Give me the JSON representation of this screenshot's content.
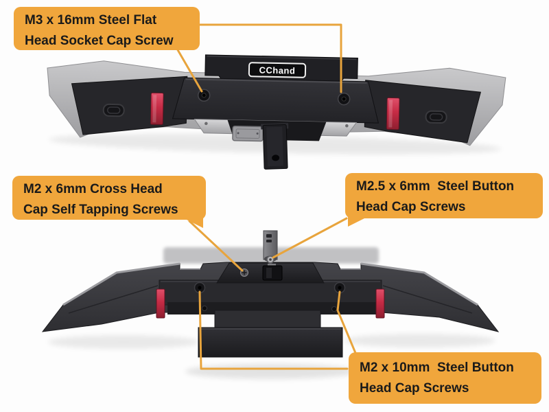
{
  "brand": {
    "logo_text": "CChand"
  },
  "callouts": {
    "flat_head": {
      "line1": "M3 x 16mm Steel Flat",
      "line2": "Head Socket Cap Screw"
    },
    "cross_head": {
      "line1": "M2 x 6mm Cross Head",
      "line2": "Cap Self Tapping Screws"
    },
    "button_m25": {
      "line1": "M2.5 x 6mm  Steel Button",
      "line2": "Head Cap Screws"
    },
    "button_m2": {
      "line1": "M2 x 10mm  Steel Button",
      "line2": "Head Cap Screws"
    }
  },
  "colors": {
    "label_background": "#F0A63C",
    "label_text": "#1A1A1A",
    "connector_line": "#E8A43C",
    "reflector_red": "#C62B45",
    "bumper_dark": "#2B2B2F",
    "bumper_silver": "#B8B8BA"
  }
}
